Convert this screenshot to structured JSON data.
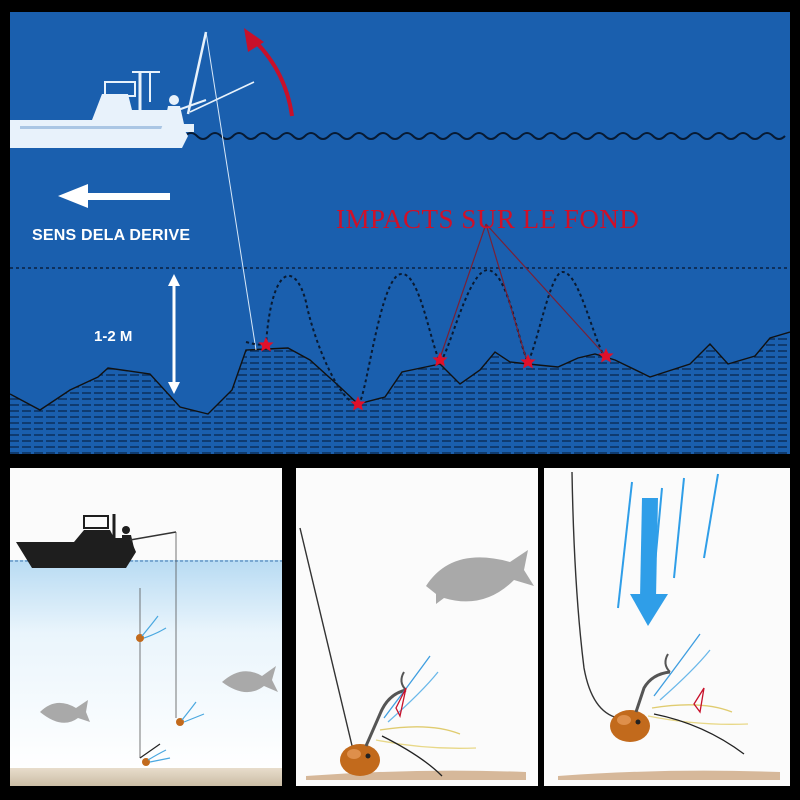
{
  "diagram": {
    "drift_label": "SENS DELA DERIVE",
    "depth_label": "1-2 M",
    "impact_label": "IMPACTS SUR LE FOND"
  },
  "colors": {
    "sea": "#1a5fae",
    "impact_star": "#e0102a",
    "impact_text": "#d01028",
    "jig_head": "#c26a1c",
    "fish_silhouette": "#a9a9a9"
  }
}
